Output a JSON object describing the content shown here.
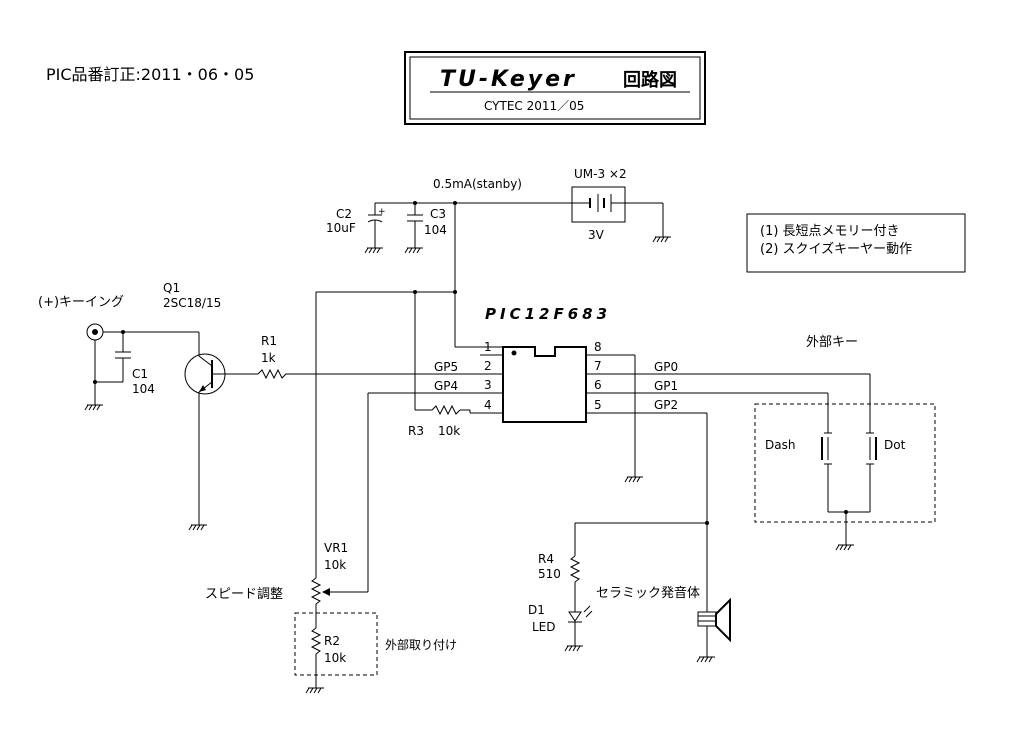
{
  "correction_note": "PIC品番訂正:2011・06・05",
  "title_box": {
    "title": "TU-Keyer",
    "subtitle": "回路図",
    "maker_line": "CYTEC   2011／05"
  },
  "features": {
    "line1": "(1)  長短点メモリー付き",
    "line2": "(2)  スクイズキーヤー動作"
  },
  "power": {
    "current_label": "0.5mA(stanby)",
    "battery_label": "UM-3 ×2",
    "voltage_label": "3V"
  },
  "components": {
    "c2_name": "C2",
    "c2_value": "10uF",
    "c3_name": "C3",
    "c3_value": "104",
    "c1_name": "C1",
    "c1_value": "104",
    "q1_name": "Q1",
    "q1_value": "2SC18/15",
    "keying_label": "(+)キーイング",
    "r1_name": "R1",
    "r1_value": "1k",
    "r3_name": "R3",
    "r3_value": "10k",
    "vr1_name": "VR1",
    "vr1_value": "10k",
    "speed_label": "スピード調整",
    "r2_name": "R2",
    "r2_value": "10k",
    "external_mount_label": "外部取り付け",
    "r4_name": "R4",
    "r4_value": "510",
    "d1_name": "D1",
    "d1_value": "LED",
    "buzzer_label": "セラミック発音体",
    "external_key_label": "外部キー",
    "dash_label": "Dash",
    "dot_label": "Dot"
  },
  "ic": {
    "name": "PIC12F683",
    "pin1": "1",
    "pin2": "2",
    "pin3": "3",
    "pin4": "4",
    "pin5": "5",
    "pin6": "6",
    "pin7": "7",
    "pin8": "8",
    "gp5": "GP5",
    "gp4": "GP4",
    "gp0": "GP0",
    "gp1": "GP1",
    "gp2": "GP2"
  }
}
